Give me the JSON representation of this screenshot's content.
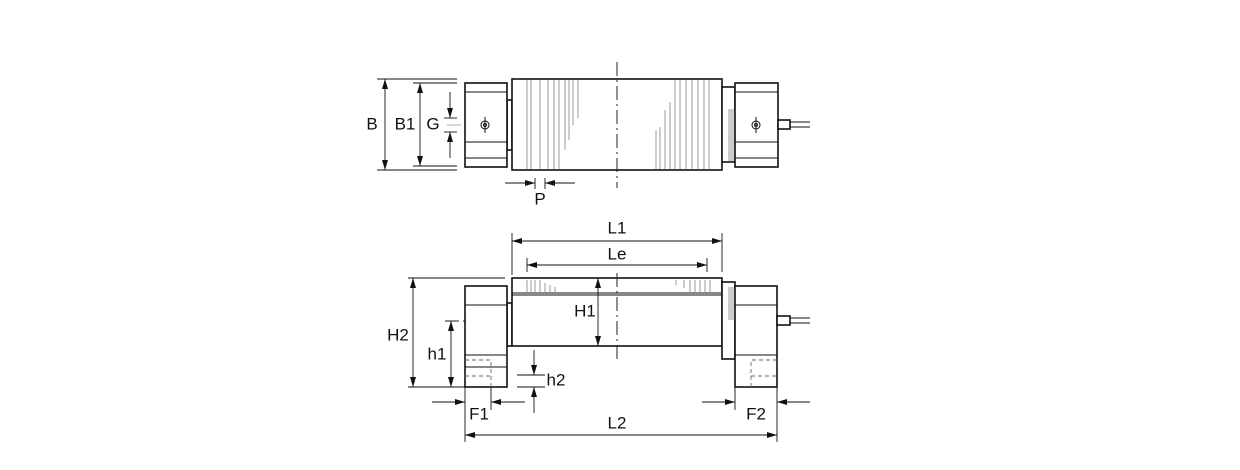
{
  "title": "Load cell dimension drawing",
  "top_view": {
    "labels": {
      "B": "B",
      "B1": "B1",
      "G": "G",
      "P": "P"
    }
  },
  "side_view": {
    "labels": {
      "L1": "L1",
      "Le": "Le",
      "H1": "H1",
      "H2": "H2",
      "h1": "h1",
      "h2": "h2",
      "F1": "F1",
      "F2": "F2",
      "L2": "L2"
    }
  },
  "colors": {
    "line": "#111111",
    "hatch": "#999999"
  }
}
